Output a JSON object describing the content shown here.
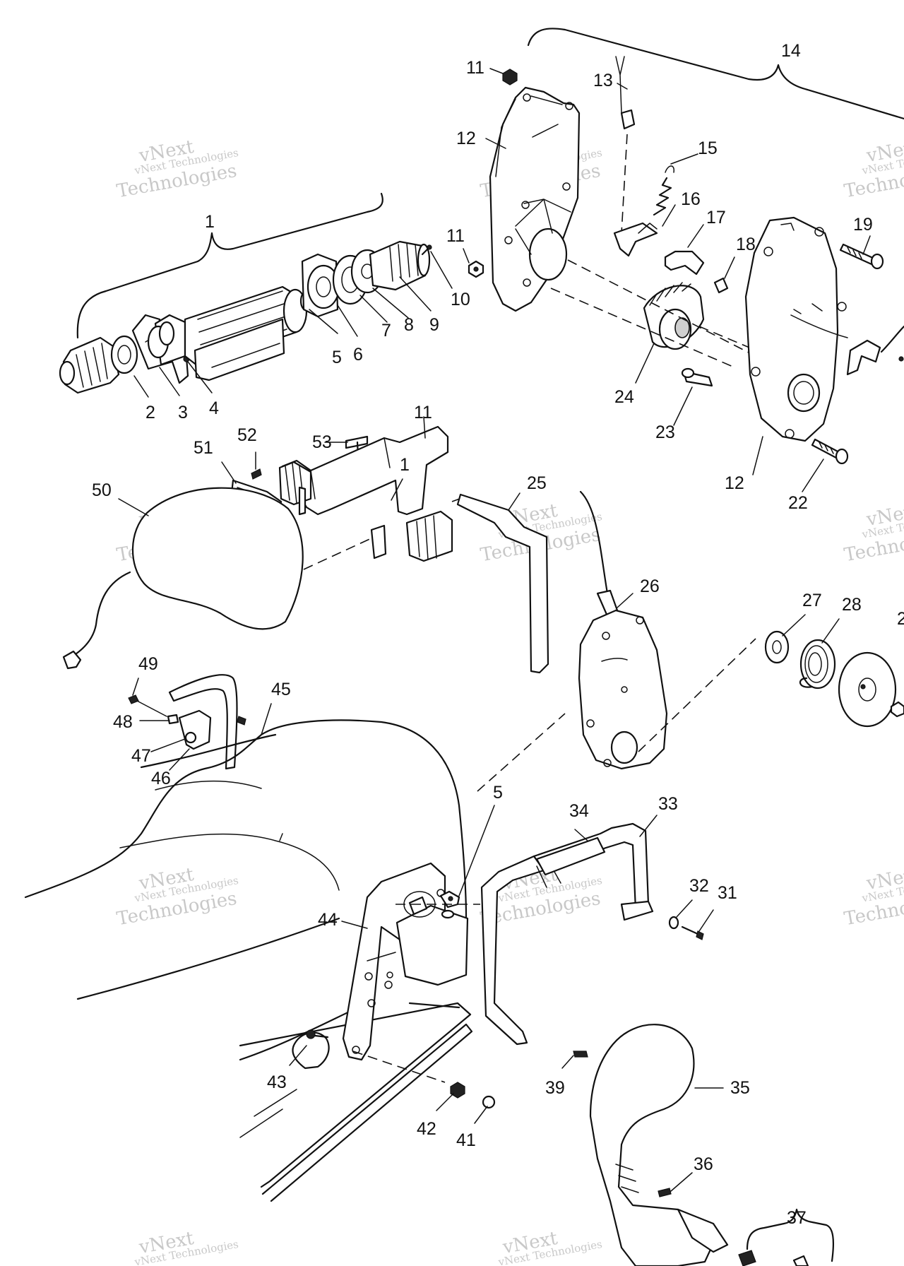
{
  "watermark": {
    "line1": "vNext",
    "line2": "vNext Technologies",
    "line3": "Technologies"
  },
  "callouts": [
    {
      "id": "c1a",
      "text": "1"
    },
    {
      "id": "c2",
      "text": "2"
    },
    {
      "id": "c3",
      "text": "3"
    },
    {
      "id": "c4",
      "text": "4"
    },
    {
      "id": "c5a",
      "text": "5"
    },
    {
      "id": "c6",
      "text": "6"
    },
    {
      "id": "c7",
      "text": "7"
    },
    {
      "id": "c8",
      "text": "8"
    },
    {
      "id": "c9",
      "text": "9"
    },
    {
      "id": "c10",
      "text": "10"
    },
    {
      "id": "c11a",
      "text": "11"
    },
    {
      "id": "c11b",
      "text": "11"
    },
    {
      "id": "c11c",
      "text": "11"
    },
    {
      "id": "c12a",
      "text": "12"
    },
    {
      "id": "c12b",
      "text": "12"
    },
    {
      "id": "c13",
      "text": "13"
    },
    {
      "id": "c14",
      "text": "14"
    },
    {
      "id": "c15",
      "text": "15"
    },
    {
      "id": "c16",
      "text": "16"
    },
    {
      "id": "c17",
      "text": "17"
    },
    {
      "id": "c18",
      "text": "18"
    },
    {
      "id": "c19",
      "text": "19"
    },
    {
      "id": "c22",
      "text": "22"
    },
    {
      "id": "c23",
      "text": "23"
    },
    {
      "id": "c24",
      "text": "24"
    },
    {
      "id": "c25",
      "text": "25"
    },
    {
      "id": "c26",
      "text": "26"
    },
    {
      "id": "c27",
      "text": "27"
    },
    {
      "id": "c28",
      "text": "28"
    },
    {
      "id": "c29",
      "text": "2"
    },
    {
      "id": "c1b",
      "text": "1"
    },
    {
      "id": "c31",
      "text": "31"
    },
    {
      "id": "c32",
      "text": "32"
    },
    {
      "id": "c33",
      "text": "33"
    },
    {
      "id": "c34",
      "text": "34"
    },
    {
      "id": "c35",
      "text": "35"
    },
    {
      "id": "c36",
      "text": "36"
    },
    {
      "id": "c37",
      "text": "37"
    },
    {
      "id": "c39",
      "text": "39"
    },
    {
      "id": "c41",
      "text": "41"
    },
    {
      "id": "c42",
      "text": "42"
    },
    {
      "id": "c43",
      "text": "43"
    },
    {
      "id": "c44",
      "text": "44"
    },
    {
      "id": "c45",
      "text": "45"
    },
    {
      "id": "c46",
      "text": "46"
    },
    {
      "id": "c47",
      "text": "47"
    },
    {
      "id": "c48",
      "text": "48"
    },
    {
      "id": "c49",
      "text": "49"
    },
    {
      "id": "c5b",
      "text": "5"
    },
    {
      "id": "c50",
      "text": "50"
    },
    {
      "id": "c51",
      "text": "51"
    },
    {
      "id": "c52",
      "text": "52"
    },
    {
      "id": "c53",
      "text": "53"
    }
  ]
}
